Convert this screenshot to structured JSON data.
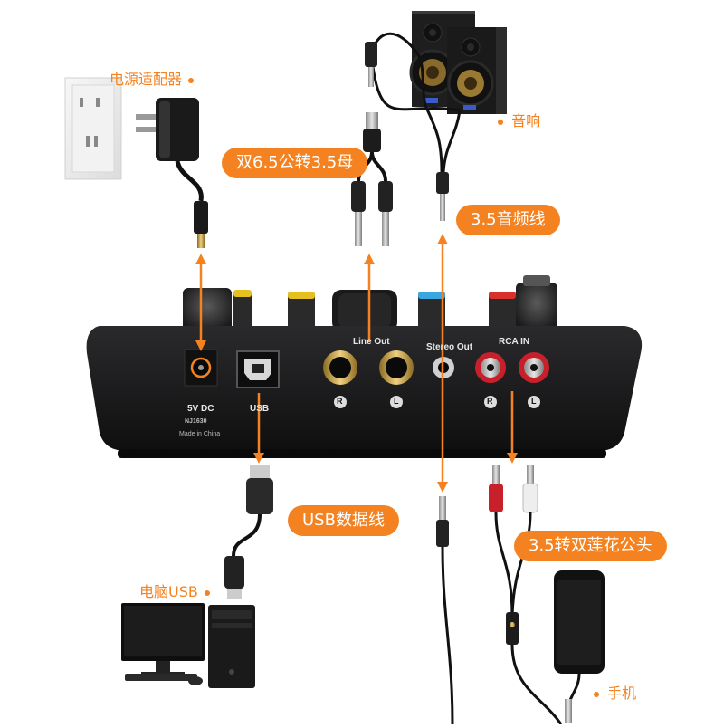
{
  "labels": {
    "power_adapter": "电源适配器",
    "dual_65_to_35": "双6.5公转3.5母",
    "speakers": "音响",
    "audio_cable_35": "3.5音频线",
    "usb_cable": "USB数据线",
    "to_dual_rca": "3.5转双莲花公头",
    "computer_usb": "电脑USB",
    "phone": "手机"
  },
  "panel": {
    "line_out": "Line Out",
    "stereo_out": "Stereo Out",
    "rca_in": "RCA IN",
    "dc_in": "5V DC",
    "usb": "USB",
    "made_in": "Made in China",
    "model": "NJ1630",
    "right": "R",
    "left": "L"
  },
  "colors": {
    "accent": "#f58220",
    "device_body": "#1c1c1e",
    "rca_red": "#c8202a"
  }
}
